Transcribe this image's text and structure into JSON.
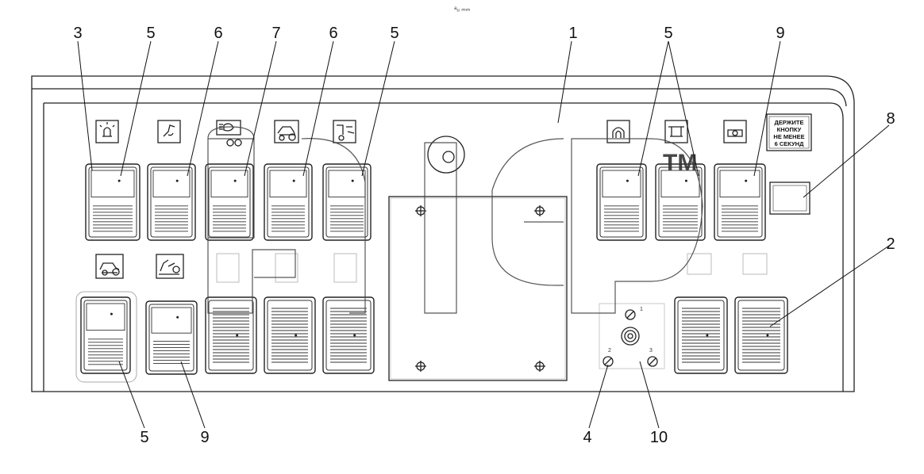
{
  "top_mark": "ᵃᵤ ₘₘ",
  "callouts": {
    "c1": "1",
    "c2": "2",
    "c3": "3",
    "c4": "4",
    "c5a": "5",
    "c5b": "5",
    "c5c": "5",
    "c5d": "5",
    "c6a": "6",
    "c6b": "6",
    "c7": "7",
    "c8": "8",
    "c9a": "9",
    "c9b": "9",
    "c10": "10"
  },
  "warning_plate": {
    "line1": "ДЕРЖИТЕ",
    "line2": "КНОПКУ",
    "line3": "НЕ МЕНЕЕ",
    "line4": "6 СЕКУНД"
  },
  "mode_selector": {
    "pos1": "1",
    "pos2": "2",
    "pos3": "3"
  },
  "watermark": {
    "tm": "TM"
  },
  "icons": [
    "hazard-light-icon",
    "hitch-icon",
    "headlight-icon",
    "tractor-icon",
    "pto-icon",
    "differential-lock-icon",
    "steering-icon",
    "beacon-icon",
    "rear-tractor-icon",
    "lift-icon"
  ]
}
